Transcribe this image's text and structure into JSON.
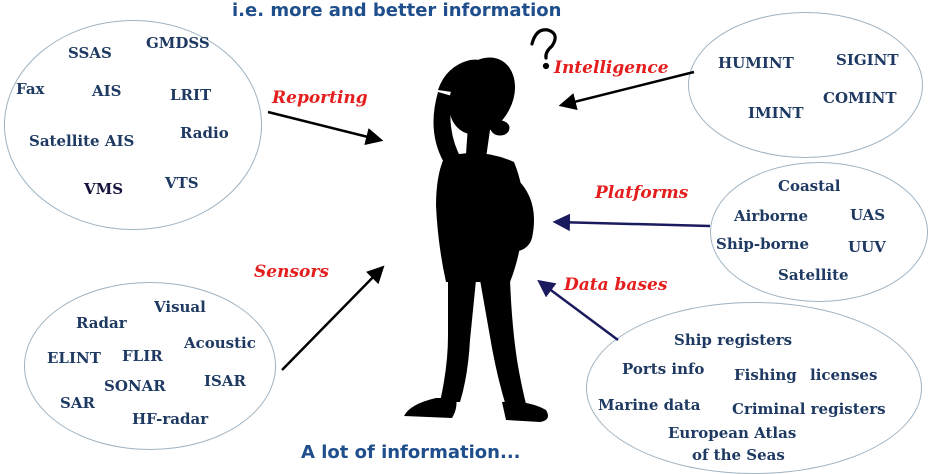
{
  "header": {
    "text": "i.e. more and better information"
  },
  "footer": {
    "text": "A lot of information..."
  },
  "colors": {
    "term": "#1f3a62",
    "category": "#e41d1d",
    "caption": "#1f4e8c",
    "ellipse_border": "#9fb3c2",
    "arrow": "#000000",
    "arrow_dark": "#1a1a5e"
  },
  "groups": {
    "reporting": {
      "category": "Reporting",
      "terms": [
        "SSAS",
        "GMDSS",
        "Fax",
        "AIS",
        "LRIT",
        "Satellite AIS",
        "Radio",
        "VMS",
        "VTS"
      ]
    },
    "intelligence": {
      "category": "Intelligence",
      "terms": [
        "HUMINT",
        "SIGINT",
        "COMINT",
        "IMINT"
      ]
    },
    "platforms": {
      "category": "Platforms",
      "terms": [
        "Coastal",
        "Airborne",
        "UAS",
        "Ship-borne",
        "UUV",
        "Satellite"
      ]
    },
    "sensors": {
      "category": "Sensors",
      "terms": [
        "Visual",
        "Radar",
        "Acoustic",
        "ELINT",
        "FLIR",
        "SONAR",
        "ISAR",
        "SAR",
        "HF-radar"
      ]
    },
    "databases": {
      "category": "Data bases",
      "terms": [
        "Ship registers",
        "Ports info",
        "Fishing",
        "licenses",
        "Marine data",
        "Criminal registers",
        "European Atlas",
        "of the Seas"
      ]
    }
  },
  "figure": {
    "icon": "confused-person-icon"
  }
}
